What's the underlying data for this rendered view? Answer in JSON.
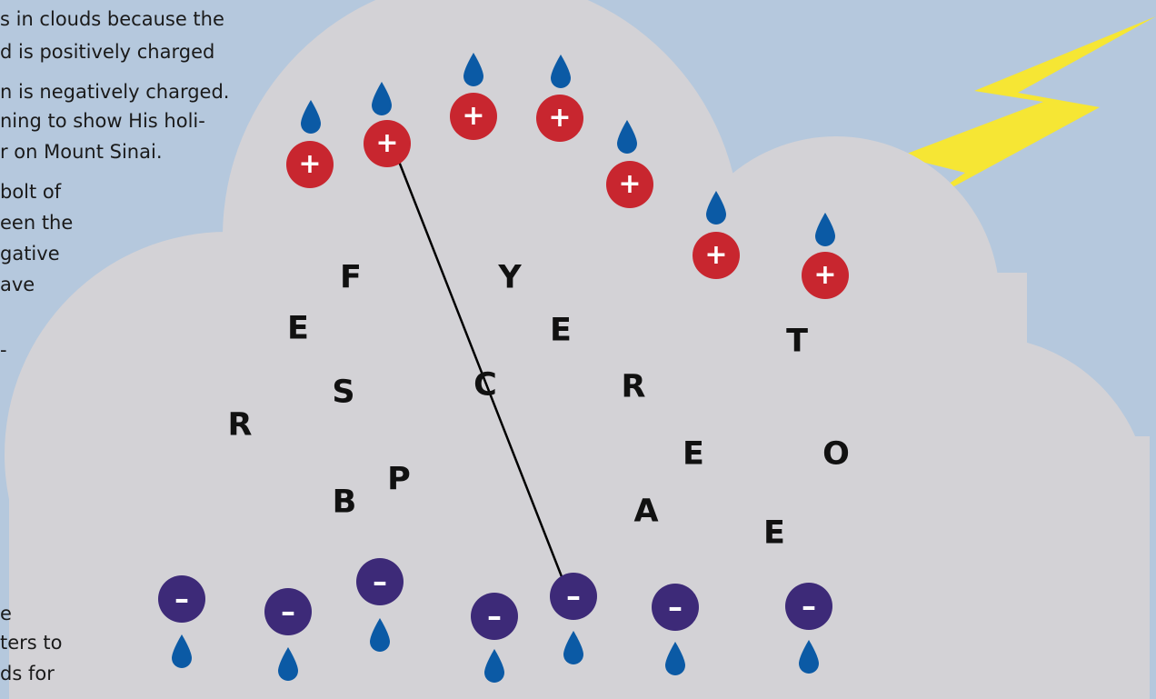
{
  "text_lines": [
    "s in clouds because the",
    "d is positively charged",
    "n is negatively charged.",
    "ning to show His holi-",
    "r on Mount Sinai.",
    "bolt of",
    "een the",
    "gative",
    "ave",
    "-",
    "e",
    "ters to",
    "ds for"
  ],
  "letters": [
    "F",
    "Y",
    "E",
    "E",
    "T",
    "S",
    "C",
    "R",
    "R",
    "E",
    "O",
    "P",
    "B",
    "A",
    "E"
  ],
  "positive_symbol": "+",
  "negative_symbol": "–",
  "colors": {
    "sky": "#b5c8dd",
    "cloud": "#d3d2d6",
    "lightning": "#f6e634",
    "positive": "#c8262f",
    "negative": "#3d2a78",
    "raindrop": "#0b5aa5"
  },
  "icons": [
    "cloud",
    "lightning-bolt",
    "raindrop-icon",
    "positive-charge-icon",
    "negative-charge-icon"
  ]
}
